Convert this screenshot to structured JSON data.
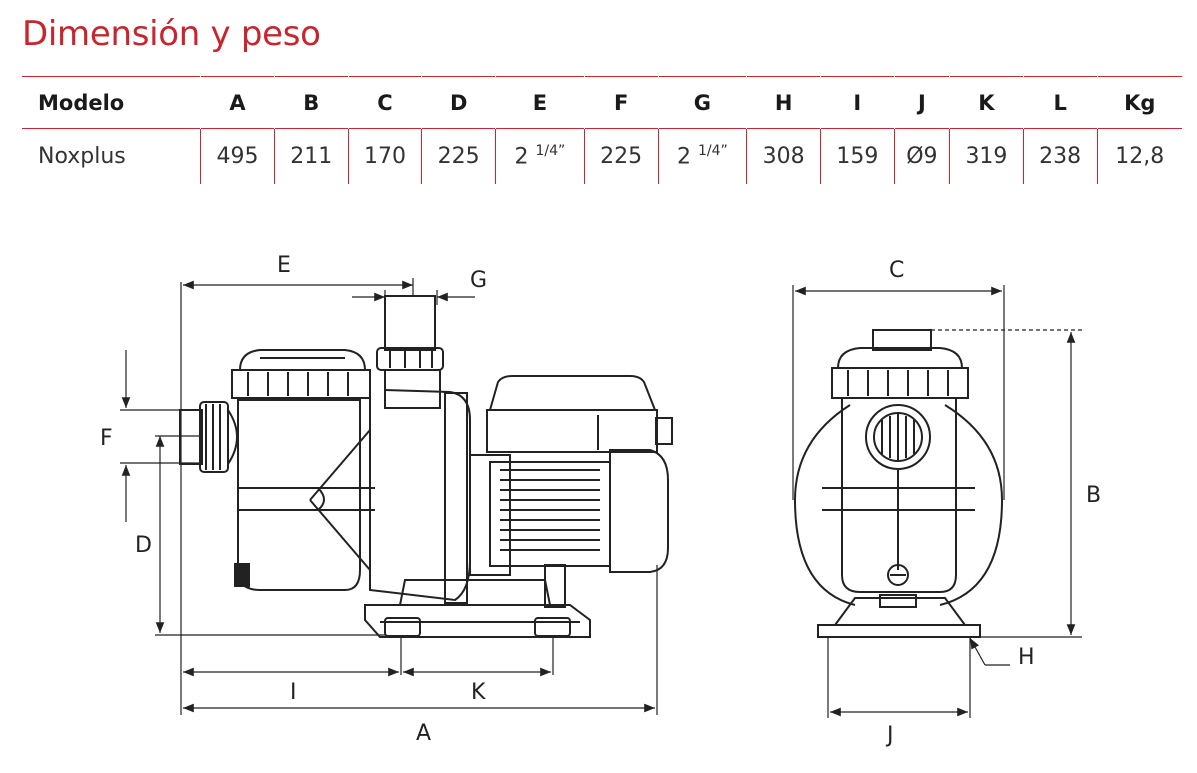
{
  "title": "Dimensión y peso",
  "table": {
    "headers": [
      "Modelo",
      "A",
      "B",
      "C",
      "D",
      "E",
      "F",
      "G",
      "H",
      "I",
      "J",
      "K",
      "L",
      "Kg"
    ],
    "rows": [
      {
        "model": "Noxplus",
        "values": [
          "495",
          "211",
          "170",
          "225",
          "2 1/4”",
          "225",
          "2 1/4”",
          "308",
          "159",
          "Ø9",
          "319",
          "238",
          "12,8"
        ]
      }
    ]
  },
  "drawing": {
    "side_view_labels": {
      "A": "A",
      "D": "D",
      "E": "E",
      "F": "F",
      "G": "G",
      "I": "I",
      "K": "K"
    },
    "front_view_labels": {
      "B": "B",
      "C": "C",
      "H": "H",
      "J": "J"
    }
  },
  "colors": {
    "accent": "#c8262e",
    "line": "#222222"
  }
}
